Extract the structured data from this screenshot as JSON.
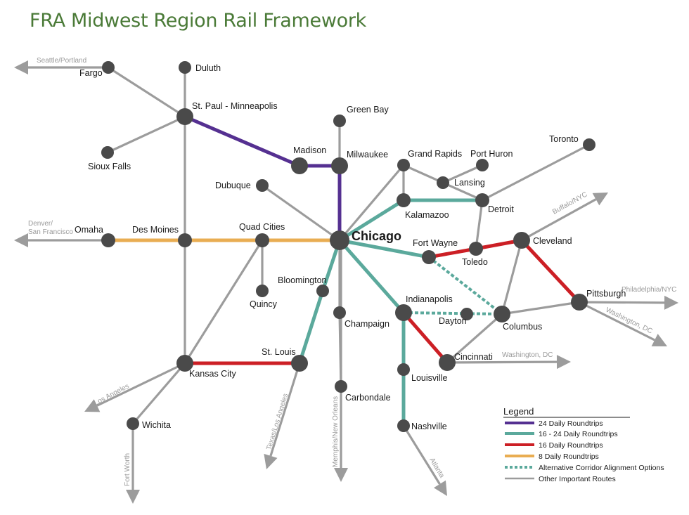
{
  "title": "FRA Midwest Region Rail Framework",
  "colors": {
    "other": "#9c9c9c",
    "purple": "#553091",
    "teal": "#5ba99c",
    "red": "#cc1f25",
    "orange": "#e9ad52",
    "node": "#4a4a4a",
    "arrow": "#9c9c9c"
  },
  "cities": [
    {
      "id": "fargo",
      "label": "Fargo"
    },
    {
      "id": "duluth",
      "label": "Duluth"
    },
    {
      "id": "stpaul",
      "label": "St. Paul - Minneapolis"
    },
    {
      "id": "siouxfalls",
      "label": "Sioux Falls"
    },
    {
      "id": "greenbay",
      "label": "Green Bay"
    },
    {
      "id": "madison",
      "label": "Madison"
    },
    {
      "id": "milwaukee",
      "label": "Milwaukee"
    },
    {
      "id": "dubuque",
      "label": "Dubuque"
    },
    {
      "id": "grandrapids",
      "label": "Grand Rapids"
    },
    {
      "id": "porthuron",
      "label": "Port Huron"
    },
    {
      "id": "lansing",
      "label": "Lansing"
    },
    {
      "id": "kalamazoo",
      "label": "Kalamazoo"
    },
    {
      "id": "detroit",
      "label": "Detroit"
    },
    {
      "id": "toronto",
      "label": "Toronto"
    },
    {
      "id": "omaha",
      "label": "Omaha"
    },
    {
      "id": "desmoines",
      "label": "Des Moines"
    },
    {
      "id": "quadcities",
      "label": "Quad Cities"
    },
    {
      "id": "chicago",
      "label": "Chicago"
    },
    {
      "id": "fortwayne",
      "label": "Fort Wayne"
    },
    {
      "id": "toledo",
      "label": "Toledo"
    },
    {
      "id": "cleveland",
      "label": "Cleveland"
    },
    {
      "id": "quincy",
      "label": "Quincy"
    },
    {
      "id": "bloomington",
      "label": "Bloomington"
    },
    {
      "id": "champaign",
      "label": "Champaign"
    },
    {
      "id": "indianapolis",
      "label": "Indianapolis"
    },
    {
      "id": "dayton",
      "label": "Dayton"
    },
    {
      "id": "columbus",
      "label": "Columbus"
    },
    {
      "id": "pittsburgh",
      "label": "Pittsburgh"
    },
    {
      "id": "stlouis",
      "label": "St. Louis"
    },
    {
      "id": "kansascity",
      "label": "Kansas City"
    },
    {
      "id": "cincinnati",
      "label": "Cincinnati"
    },
    {
      "id": "louisville",
      "label": "Louisville"
    },
    {
      "id": "carbondale",
      "label": "Carbondale"
    },
    {
      "id": "nashville",
      "label": "Nashville"
    },
    {
      "id": "wichita",
      "label": "Wichita"
    }
  ],
  "routes": [
    {
      "from": "fargo",
      "to": "stpaul",
      "tier": "other"
    },
    {
      "from": "duluth",
      "to": "stpaul",
      "tier": "other"
    },
    {
      "from": "siouxfalls",
      "to": "stpaul",
      "tier": "other"
    },
    {
      "from": "stpaul",
      "to": "desmoines",
      "tier": "other"
    },
    {
      "from": "desmoines",
      "to": "kansascity",
      "tier": "other"
    },
    {
      "from": "greenbay",
      "to": "milwaukee",
      "tier": "other"
    },
    {
      "from": "dubuque",
      "to": "chicago",
      "tier": "other"
    },
    {
      "from": "chicago",
      "to": "grandrapids",
      "tier": "other"
    },
    {
      "from": "grandrapids",
      "to": "kalamazoo",
      "tier": "other"
    },
    {
      "from": "grandrapids",
      "to": "lansing",
      "tier": "other"
    },
    {
      "from": "porthuron",
      "to": "lansing",
      "tier": "other"
    },
    {
      "from": "lansing",
      "to": "detroit",
      "tier": "other"
    },
    {
      "from": "detroit",
      "to": "toronto",
      "tier": "other"
    },
    {
      "from": "detroit",
      "to": "toledo",
      "tier": "other"
    },
    {
      "from": "cleveland",
      "to": "columbus",
      "tier": "other"
    },
    {
      "from": "columbus",
      "to": "pittsburgh",
      "tier": "other"
    },
    {
      "from": "columbus",
      "to": "cincinnati",
      "tier": "other"
    },
    {
      "from": "chicago",
      "to": "champaign",
      "tier": "other"
    },
    {
      "from": "champaign",
      "to": "carbondale",
      "tier": "other"
    },
    {
      "from": "quadcities",
      "to": "quincy",
      "tier": "other"
    },
    {
      "from": "quadcities",
      "to": "kansascity",
      "tier": "other"
    },
    {
      "from": "kansascity",
      "to": "wichita",
      "tier": "other"
    },
    {
      "from": "stpaul",
      "to": "madison",
      "tier": "purple"
    },
    {
      "from": "madison",
      "to": "milwaukee",
      "tier": "purple"
    },
    {
      "from": "milwaukee",
      "to": "chicago",
      "tier": "purple"
    },
    {
      "from": "chicago",
      "to": "kalamazoo",
      "tier": "teal"
    },
    {
      "from": "kalamazoo",
      "to": "detroit",
      "tier": "teal"
    },
    {
      "from": "chicago",
      "to": "fortwayne",
      "tier": "teal"
    },
    {
      "from": "chicago",
      "to": "indianapolis",
      "tier": "teal"
    },
    {
      "from": "chicago",
      "to": "bloomington",
      "tier": "teal"
    },
    {
      "from": "bloomington",
      "to": "stlouis",
      "tier": "teal"
    },
    {
      "from": "indianapolis",
      "to": "louisville",
      "tier": "teal"
    },
    {
      "from": "louisville",
      "to": "nashville",
      "tier": "teal"
    },
    {
      "from": "fortwayne",
      "to": "toledo",
      "tier": "red"
    },
    {
      "from": "toledo",
      "to": "cleveland",
      "tier": "red"
    },
    {
      "from": "cleveland",
      "to": "pittsburgh",
      "tier": "red"
    },
    {
      "from": "indianapolis",
      "to": "cincinnati",
      "tier": "red"
    },
    {
      "from": "kansascity",
      "to": "stlouis",
      "tier": "red"
    },
    {
      "from": "omaha",
      "to": "chicago",
      "tier": "orange"
    },
    {
      "from": "fortwayne",
      "to": "columbus",
      "tier": "dashed"
    },
    {
      "from": "indianapolis",
      "to": "columbus",
      "tier": "dashed"
    }
  ],
  "external_routes": [
    {
      "label": "Seattle/Portland"
    },
    {
      "label": "Denver/ San Francisco"
    },
    {
      "label": "Buffalo/NYC"
    },
    {
      "label": "Philadelphia/NYC"
    },
    {
      "label": "Washington, DC"
    },
    {
      "label": "Washington, DC"
    },
    {
      "label": "Los Angeles"
    },
    {
      "label": "Fort Worth"
    },
    {
      "label": "Texas/Los Angeles"
    },
    {
      "label": "Memphis/New Orleans"
    },
    {
      "label": "Atlanta"
    }
  ],
  "legend": {
    "title": "Legend",
    "items": [
      {
        "tier": "purple",
        "label": "24 Daily Roundtrips"
      },
      {
        "tier": "teal",
        "label": "16 - 24 Daily Roundtrips"
      },
      {
        "tier": "red",
        "label": "16 Daily Roundtrips"
      },
      {
        "tier": "orange",
        "label": "8 Daily Roundtrips"
      },
      {
        "tier": "dashed",
        "label": "Alternative Corridor Alignment Options"
      },
      {
        "tier": "other",
        "label": "Other Important Routes"
      }
    ]
  }
}
